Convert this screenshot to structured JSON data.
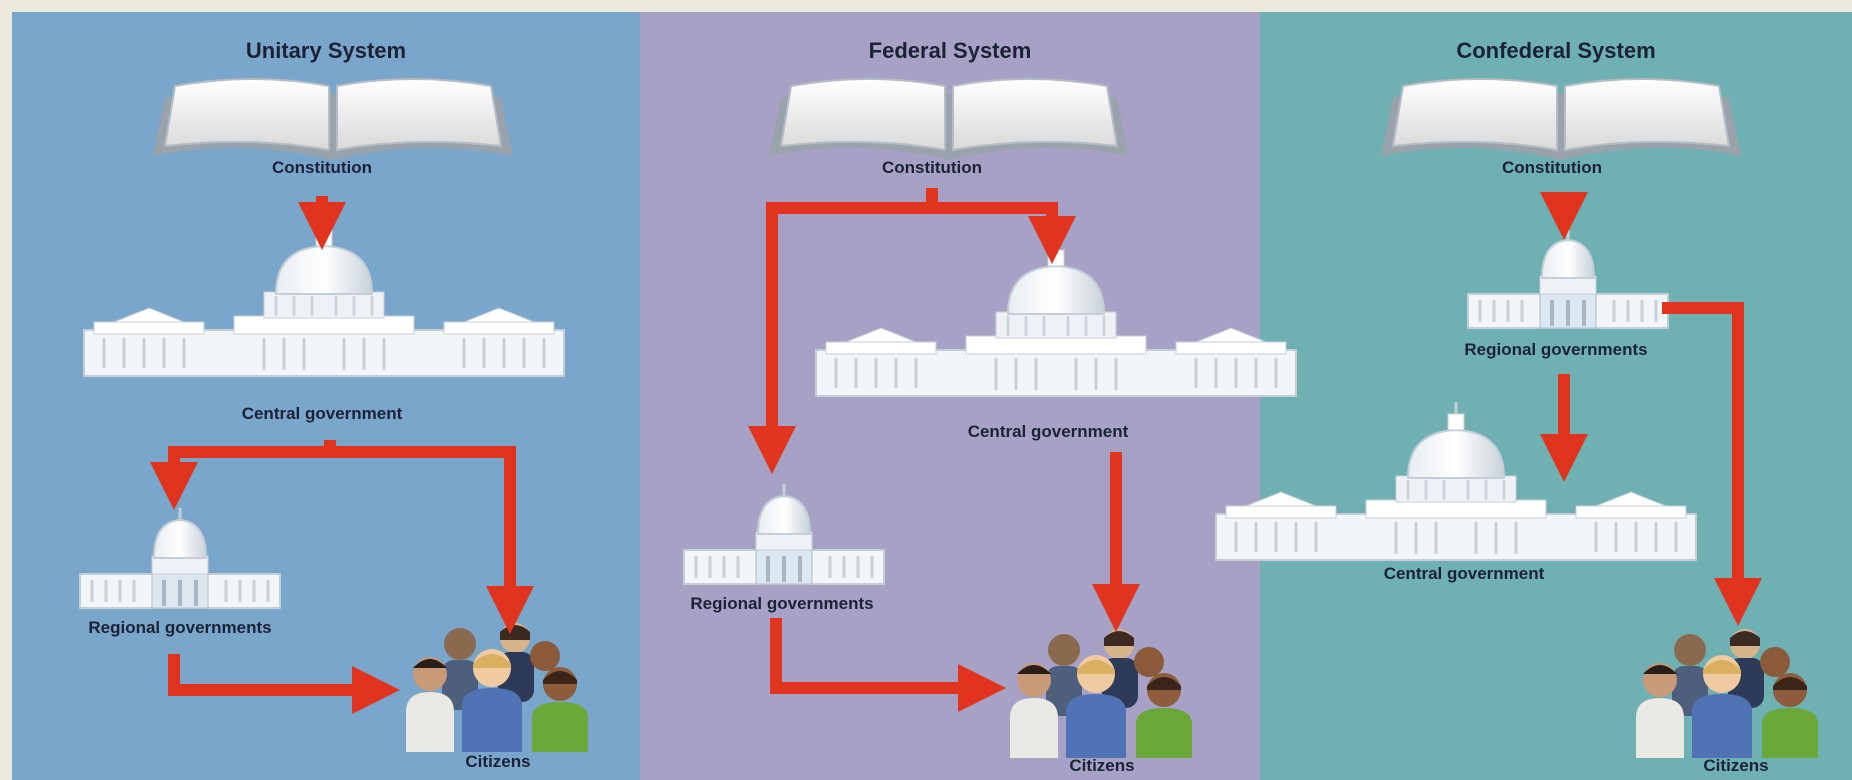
{
  "unitary": {
    "title": "Unitary System",
    "constitution": "Constitution",
    "central": "Central government",
    "regional": "Regional governments",
    "citizens": "Citizens"
  },
  "federal": {
    "title": "Federal System",
    "constitution": "Constitution",
    "central": "Central government",
    "regional": "Regional governments",
    "citizens": "Citizens"
  },
  "confederal": {
    "title": "Confederal System",
    "constitution": "Constitution",
    "regional": "Regional governments",
    "central": "Central government",
    "citizens": "Citizens"
  },
  "colors": {
    "unitary_bg": "#7aa6cc",
    "federal_bg": "#a7a2c5",
    "confederal_bg": "#6fb0b2",
    "arrow": "#e0341f",
    "text": "#1b2236"
  }
}
